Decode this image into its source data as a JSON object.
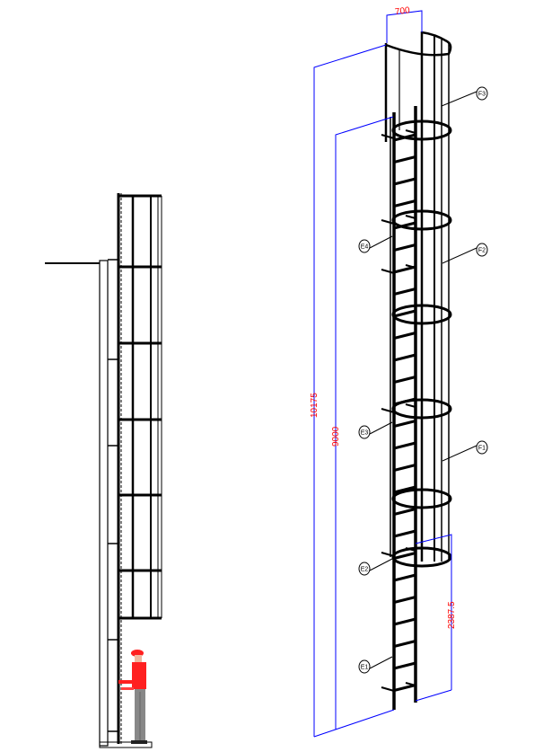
{
  "colors": {
    "dimension_line": "#0000ff",
    "dimension_text": "#ff0000",
    "steel": "#000000",
    "person_shirt": "#ff2020",
    "person_pants": "#808080"
  },
  "dimensions": {
    "cage_width": "700",
    "total_height": "10175",
    "ladder_height": "9000",
    "cage_start_height": "2387.5"
  },
  "callouts": {
    "F3": "F3",
    "F2": "F2",
    "F1": "F1",
    "E4": "E4",
    "E3": "E3",
    "E2": "E2",
    "E1": "E1"
  }
}
